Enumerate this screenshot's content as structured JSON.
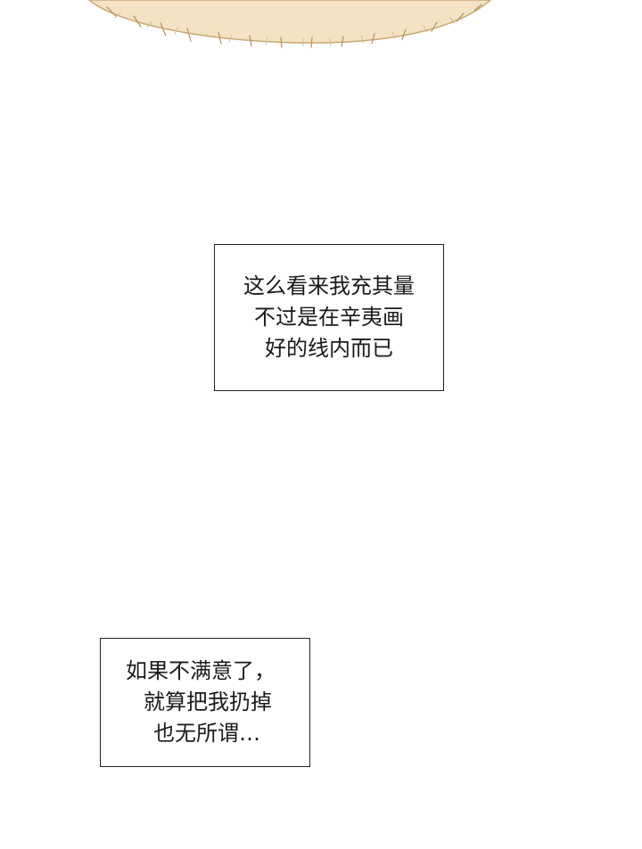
{
  "colors": {
    "background": "#ffffff",
    "fur_light": "#f3e3c4",
    "fur_stroke": "#c9a877",
    "text": "#1a1a1a",
    "border": "#222222"
  },
  "captions": [
    {
      "lines": [
        "这么看来我充其量",
        "不过是在辛夷画",
        "好的线内而已"
      ]
    },
    {
      "lines": [
        "如果不满意了，",
        "就算把我扔掉",
        "也无所谓…"
      ]
    }
  ]
}
